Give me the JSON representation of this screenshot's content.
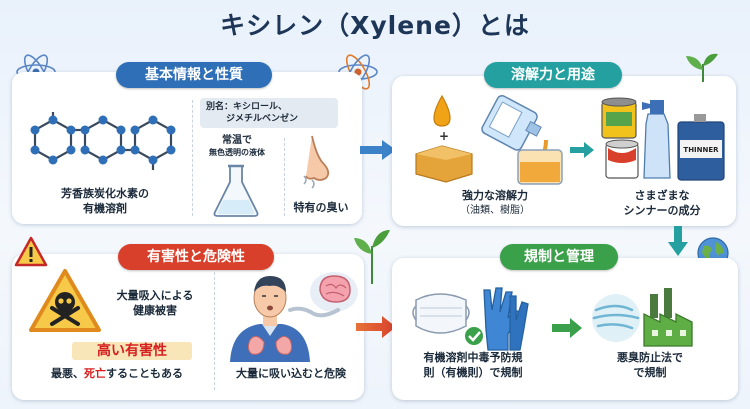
{
  "title": "キシレン（Xylene）とは",
  "sections": {
    "properties": {
      "label": "基本情報と性質",
      "aromatic_label_line1": "芳香族炭化水素の",
      "aromatic_label_line2": "有機溶剤",
      "alias_line1": "別名：キシロール、",
      "alias_line2": "ジメチルベンゼン",
      "liquid_line1": "常温で",
      "liquid_line2": "無色透明の液体",
      "odor_label": "特有の臭い"
    },
    "solvent": {
      "label": "溶解力と用途",
      "solvency_line1": "強力な溶解力",
      "solvency_line2": "（油類、樹脂）",
      "thinner_line1": "さまざまな",
      "thinner_line2": "シンナーの成分",
      "can_text": "THINNER"
    },
    "hazard": {
      "label": "有害性と危険性",
      "health_line1": "大量吸入による",
      "health_line2": "健康被害",
      "toxicity": "高い有害性",
      "death_pre": "最悪、",
      "death_red": "死亡",
      "death_post": "することもある",
      "inhale_label": "大量に吸い込むと危険"
    },
    "regulation": {
      "label": "規制と管理",
      "law1_line1": "有機溶剤中毒予防規",
      "law1_line2": "則（有機則）で規制",
      "law2_line1": "悪臭防止法で",
      "law2_line2": "で規制"
    }
  },
  "colors": {
    "blue_pill": "#2f6fb8",
    "teal_pill": "#24a0a0",
    "red_pill": "#d9402b",
    "green_pill": "#3aa04a",
    "warning_red": "#d62020",
    "arrow_blue": "#3b82c8"
  }
}
